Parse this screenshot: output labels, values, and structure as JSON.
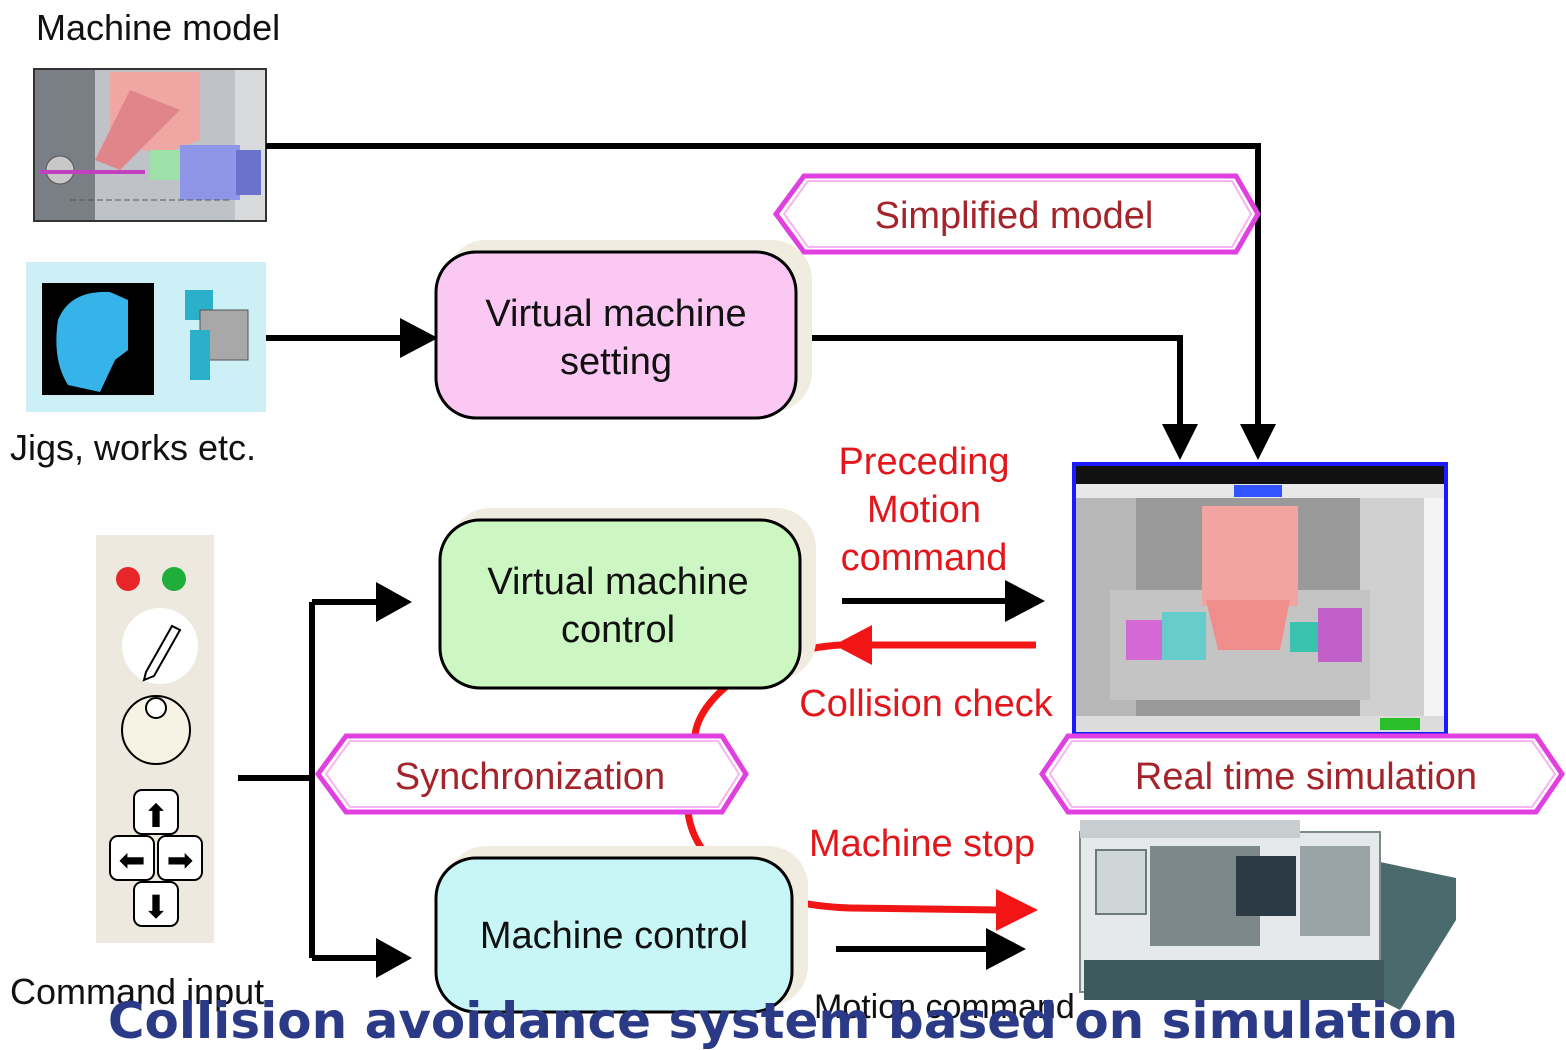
{
  "labels": {
    "machine_model": "Machine model",
    "jigs_works": "Jigs, works etc.",
    "command_input": "Command input",
    "motion_command": "Motion command"
  },
  "boxes": {
    "virtual_machine_setting": [
      "Virtual machine",
      "setting"
    ],
    "virtual_machine_control": [
      "Virtual machine",
      "control"
    ],
    "machine_control": "Machine control"
  },
  "hex_labels": {
    "simplified_model": "Simplified model",
    "synchronization": "Synchronization",
    "real_time_simulation": "Real time simulation"
  },
  "red_labels": {
    "preceding_motion_command": [
      "Preceding",
      "Motion",
      "command"
    ],
    "collision_check": "Collision check",
    "machine_stop": "Machine stop"
  },
  "caption": "Collision avoidance system based on simulation",
  "colors": {
    "pink_box": "#fbc8f4",
    "green_box": "#ccf6c2",
    "cyan_box": "#c8f6f7",
    "hex_border": "#e040e0",
    "red_text": "#e2161b",
    "dark_red_text": "#a3242a",
    "caption": "#2b3a86",
    "arrow": "#000000",
    "red_arrow": "#f21515"
  }
}
